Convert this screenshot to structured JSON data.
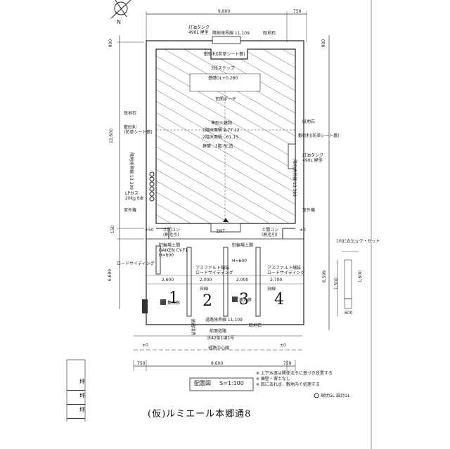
{
  "page": {
    "bg": "#ffffff",
    "line": "#333333"
  },
  "north": {
    "label": "N"
  },
  "top_dims": {
    "main": "9,600",
    "right": "759"
  },
  "bottom_dims": {
    "left": "750",
    "main": "9,600",
    "right": "759"
  },
  "left_dims": {
    "top": "900",
    "mid": "12,600",
    "small": "150",
    "low": "6,699"
  },
  "right_dims": {
    "top": "900",
    "low": "6,599"
  },
  "labels": {
    "lamp_top": "灯油タンク\n490L 屋型",
    "boundary_top": "隣地境界線 11,109",
    "stone_top_right": "既地石",
    "sand_top": "敷砂利(防草シート敷)",
    "step": "3段ステップ",
    "slab": "基礎GL+0.280",
    "entrance_mark": "玄関ポーチ",
    "floor_area_title": "準耐火建物",
    "floor_area1": "1階床面積 2:77.12",
    "floor_area2": "2階床面積 : 61.15",
    "floor_area3": "建築 : 3階 RC造",
    "stone_left": "既地石",
    "sand_left": "敷砂利\n(防草シート敷)",
    "boundary_left": "隣地境界線 13,309",
    "lpg": "LPガス\n20kg 6本",
    "outdoor_unit": "室外機",
    "stone_right": "既地石",
    "sand_right": "敷砂利(防草シート敷)",
    "lamp_right": "灯油タンク\n490L 屋型",
    "boundary_right": "隣地境界線 13,309",
    "outdoor_right": "室外機",
    "gate_left": "土間コン\n(刷毛引)",
    "gate_right": "土間コン\n(刷毛引)",
    "sign_left": "駐輪場土間\nDAIKEN CY-F1\nH=600",
    "sign_right": "駐輪場土間",
    "fence_right": "H=600",
    "curb_left": "ロードサイディング",
    "cone": "アスファルト舗装\nロードサイディング",
    "cone_right": "アスファルト舗装\nロードサイディング",
    "dims_row": [
      "2,600",
      "2,000",
      "2,000",
      "2,700"
    ],
    "boundary_bottom": "道路境界線 11,109",
    "stone_bottom": "既地石",
    "road1": "前面道路",
    "road2": "法42条1項1号",
    "road_center": "道路中心線",
    "road_side": "道路境界",
    "white_line": "白線",
    "drain": "集水桝",
    "notes": [
      "※ 上下水道は関係法令に基づき設置する",
      "※ 擁壁・塀土なし",
      "※ 既にあれば、敷地内で処理する"
    ],
    "gl_legend": "現状GL 設計GL",
    "title": "配置図",
    "scale": "S=1:100",
    "side_note": "100°カヤック・セット",
    "side_dims": [
      "1,600",
      "1,500",
      "600"
    ],
    "pm": "±0",
    "plus50": "+50",
    "ent": "ENT"
  },
  "parking": [
    "1",
    "2",
    "3",
    "4"
  ],
  "tsubo": [
    "坪",
    "坪",
    "坪"
  ],
  "handwritten": "(仮)ルミエール本郷通8"
}
